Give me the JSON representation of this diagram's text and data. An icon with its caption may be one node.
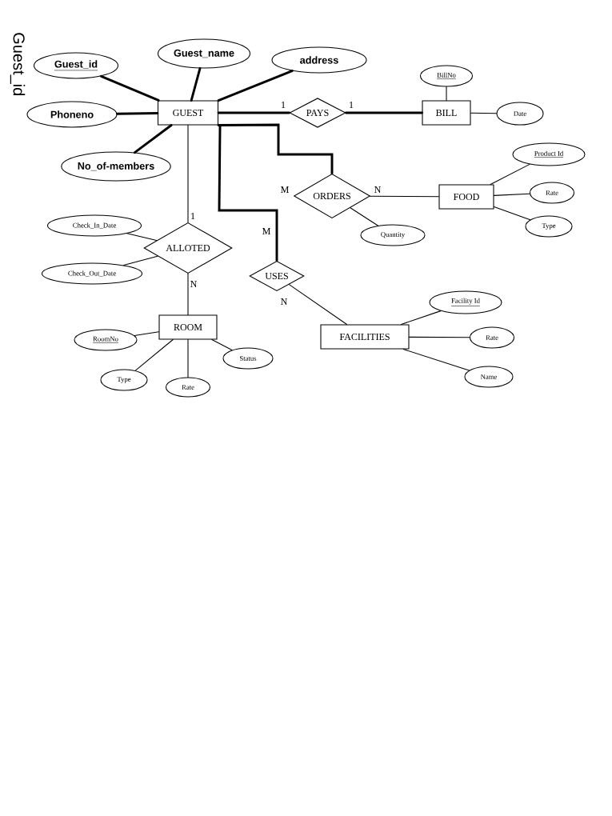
{
  "diagram": {
    "nodes": [
      {
        "text": [
          "GUEST"
        ]
      },
      {
        "text": [
          "Guest_id"
        ]
      },
      {
        "text": [
          "Guest_name"
        ]
      },
      {
        "text": [
          "address"
        ]
      },
      {
        "text": [
          "Phoneno"
        ]
      },
      {
        "text": [
          "No_of-members"
        ]
      },
      {
        "text": [
          "PAYS"
        ]
      },
      {
        "text": [
          "BILL"
        ]
      },
      {
        "text": [
          "BillNo"
        ]
      },
      {
        "text": [
          "Date"
        ]
      },
      {
        "text": [
          "ORDERS"
        ]
      },
      {
        "text": [
          "FOOD"
        ]
      },
      {
        "text": [
          "Product Id"
        ]
      },
      {
        "text": [
          "Rate"
        ]
      },
      {
        "text": [
          "Type"
        ]
      },
      {
        "text": [
          "Quantity"
        ]
      },
      {
        "text": [
          "ALLOTED"
        ]
      },
      {
        "text": [
          "Check_In_Date"
        ]
      },
      {
        "text": [
          "Check_Out_Date"
        ]
      },
      {
        "text": [
          "ROOM"
        ]
      },
      {
        "text": [
          "RoomNo"
        ]
      },
      {
        "text": [
          "Type"
        ]
      },
      {
        "text": [
          "Rate"
        ]
      },
      {
        "text": [
          "Status"
        ]
      },
      {
        "text": [
          "USES"
        ]
      },
      {
        "text": [
          "FACILITIES"
        ]
      },
      {
        "text": [
          "Facility Id"
        ]
      },
      {
        "text": [
          "Rate"
        ]
      },
      {
        "text": [
          "Name"
        ]
      }
    ],
    "edges": [
      {
        "from": 0,
        "to": 1,
        "arrow": "none",
        "style": "thick"
      },
      {
        "from": 0,
        "to": 2,
        "arrow": "none",
        "style": "thick"
      },
      {
        "from": 0,
        "to": 3,
        "arrow": "none",
        "style": "thick"
      },
      {
        "from": 0,
        "to": 4,
        "arrow": "none",
        "style": "thick"
      },
      {
        "from": 0,
        "to": 5,
        "arrow": "none",
        "style": "thick"
      },
      {
        "from": 0,
        "to": 6,
        "arrow": "none",
        "label": "1",
        "style": "thick"
      },
      {
        "from": 6,
        "to": 7,
        "arrow": "none",
        "label": "1",
        "style": "thick"
      },
      {
        "from": 7,
        "to": 8,
        "arrow": "none"
      },
      {
        "from": 7,
        "to": 9,
        "arrow": "none"
      },
      {
        "from": 0,
        "to": 10,
        "arrow": "none",
        "label": "M",
        "style": "thick"
      },
      {
        "from": 10,
        "to": 11,
        "arrow": "none",
        "label": "N"
      },
      {
        "from": 10,
        "to": 15,
        "arrow": "none"
      },
      {
        "from": 11,
        "to": 12,
        "arrow": "none"
      },
      {
        "from": 11,
        "to": 13,
        "arrow": "none"
      },
      {
        "from": 11,
        "to": 14,
        "arrow": "none"
      },
      {
        "from": 0,
        "to": 16,
        "arrow": "none",
        "label": "1"
      },
      {
        "from": 16,
        "to": 17,
        "arrow": "none"
      },
      {
        "from": 16,
        "to": 18,
        "arrow": "none"
      },
      {
        "from": 16,
        "to": 19,
        "arrow": "none",
        "label": "N"
      },
      {
        "from": 19,
        "to": 20,
        "arrow": "none"
      },
      {
        "from": 19,
        "to": 21,
        "arrow": "none"
      },
      {
        "from": 19,
        "to": 22,
        "arrow": "none"
      },
      {
        "from": 19,
        "to": 23,
        "arrow": "none"
      },
      {
        "from": 0,
        "to": 24,
        "arrow": "none",
        "label": "M",
        "style": "thick"
      },
      {
        "from": 24,
        "to": 25,
        "arrow": "none",
        "label": "N"
      },
      {
        "from": 25,
        "to": 26,
        "arrow": "none"
      },
      {
        "from": 25,
        "to": 27,
        "arrow": "none"
      },
      {
        "from": 25,
        "to": 28,
        "arrow": "none"
      }
    ],
    "labels": [
      "Guest_id"
    ]
  }
}
